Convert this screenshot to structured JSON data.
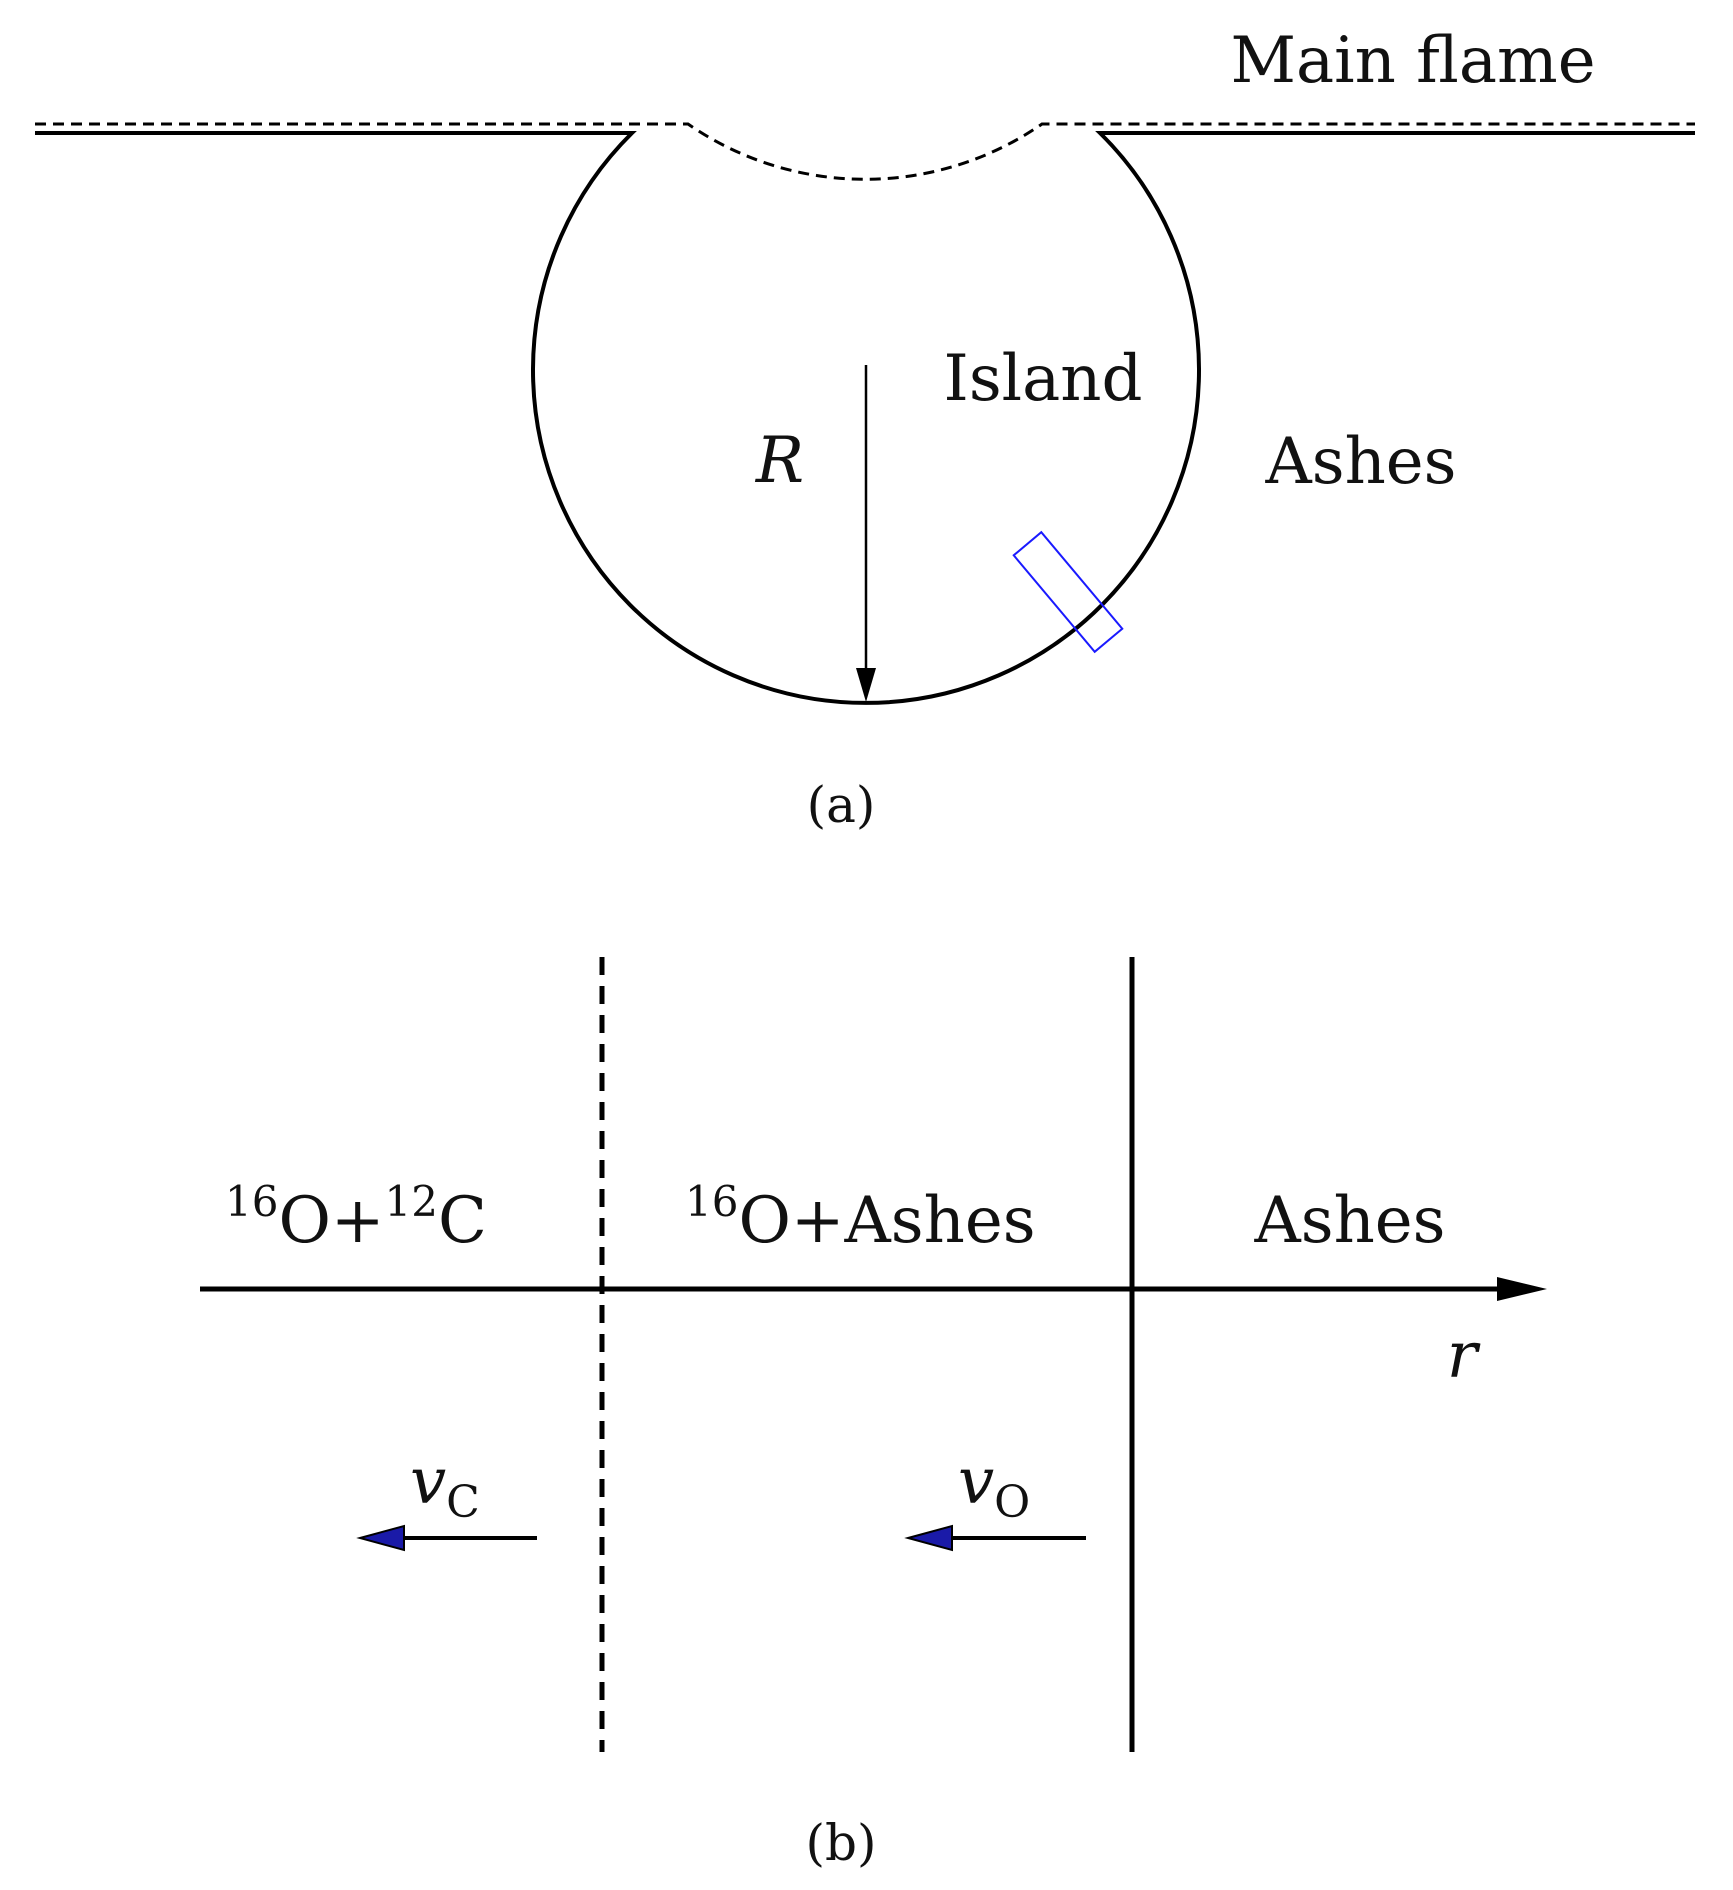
{
  "panel_a": {
    "main_flame_label": "Main flame",
    "island_label": "Island",
    "ashes_label": "Ashes",
    "radius_label": "R",
    "caption": "(a)"
  },
  "panel_b": {
    "region_left": {
      "sup1": "16",
      "base1": "O+",
      "sup2": "12",
      "base2": "C"
    },
    "region_middle": {
      "sup": "16",
      "base": "O+Ashes"
    },
    "region_right": "Ashes",
    "axis_label": "r",
    "velocity_carbon": {
      "base": "v",
      "sub": "C"
    },
    "velocity_oxygen": {
      "base": "v",
      "sub": "O"
    },
    "caption": "(b)"
  },
  "colors": {
    "ink": "#000000",
    "highlight_box": "#1a1aff",
    "arrowhead_fill": "#1a1aa8"
  }
}
